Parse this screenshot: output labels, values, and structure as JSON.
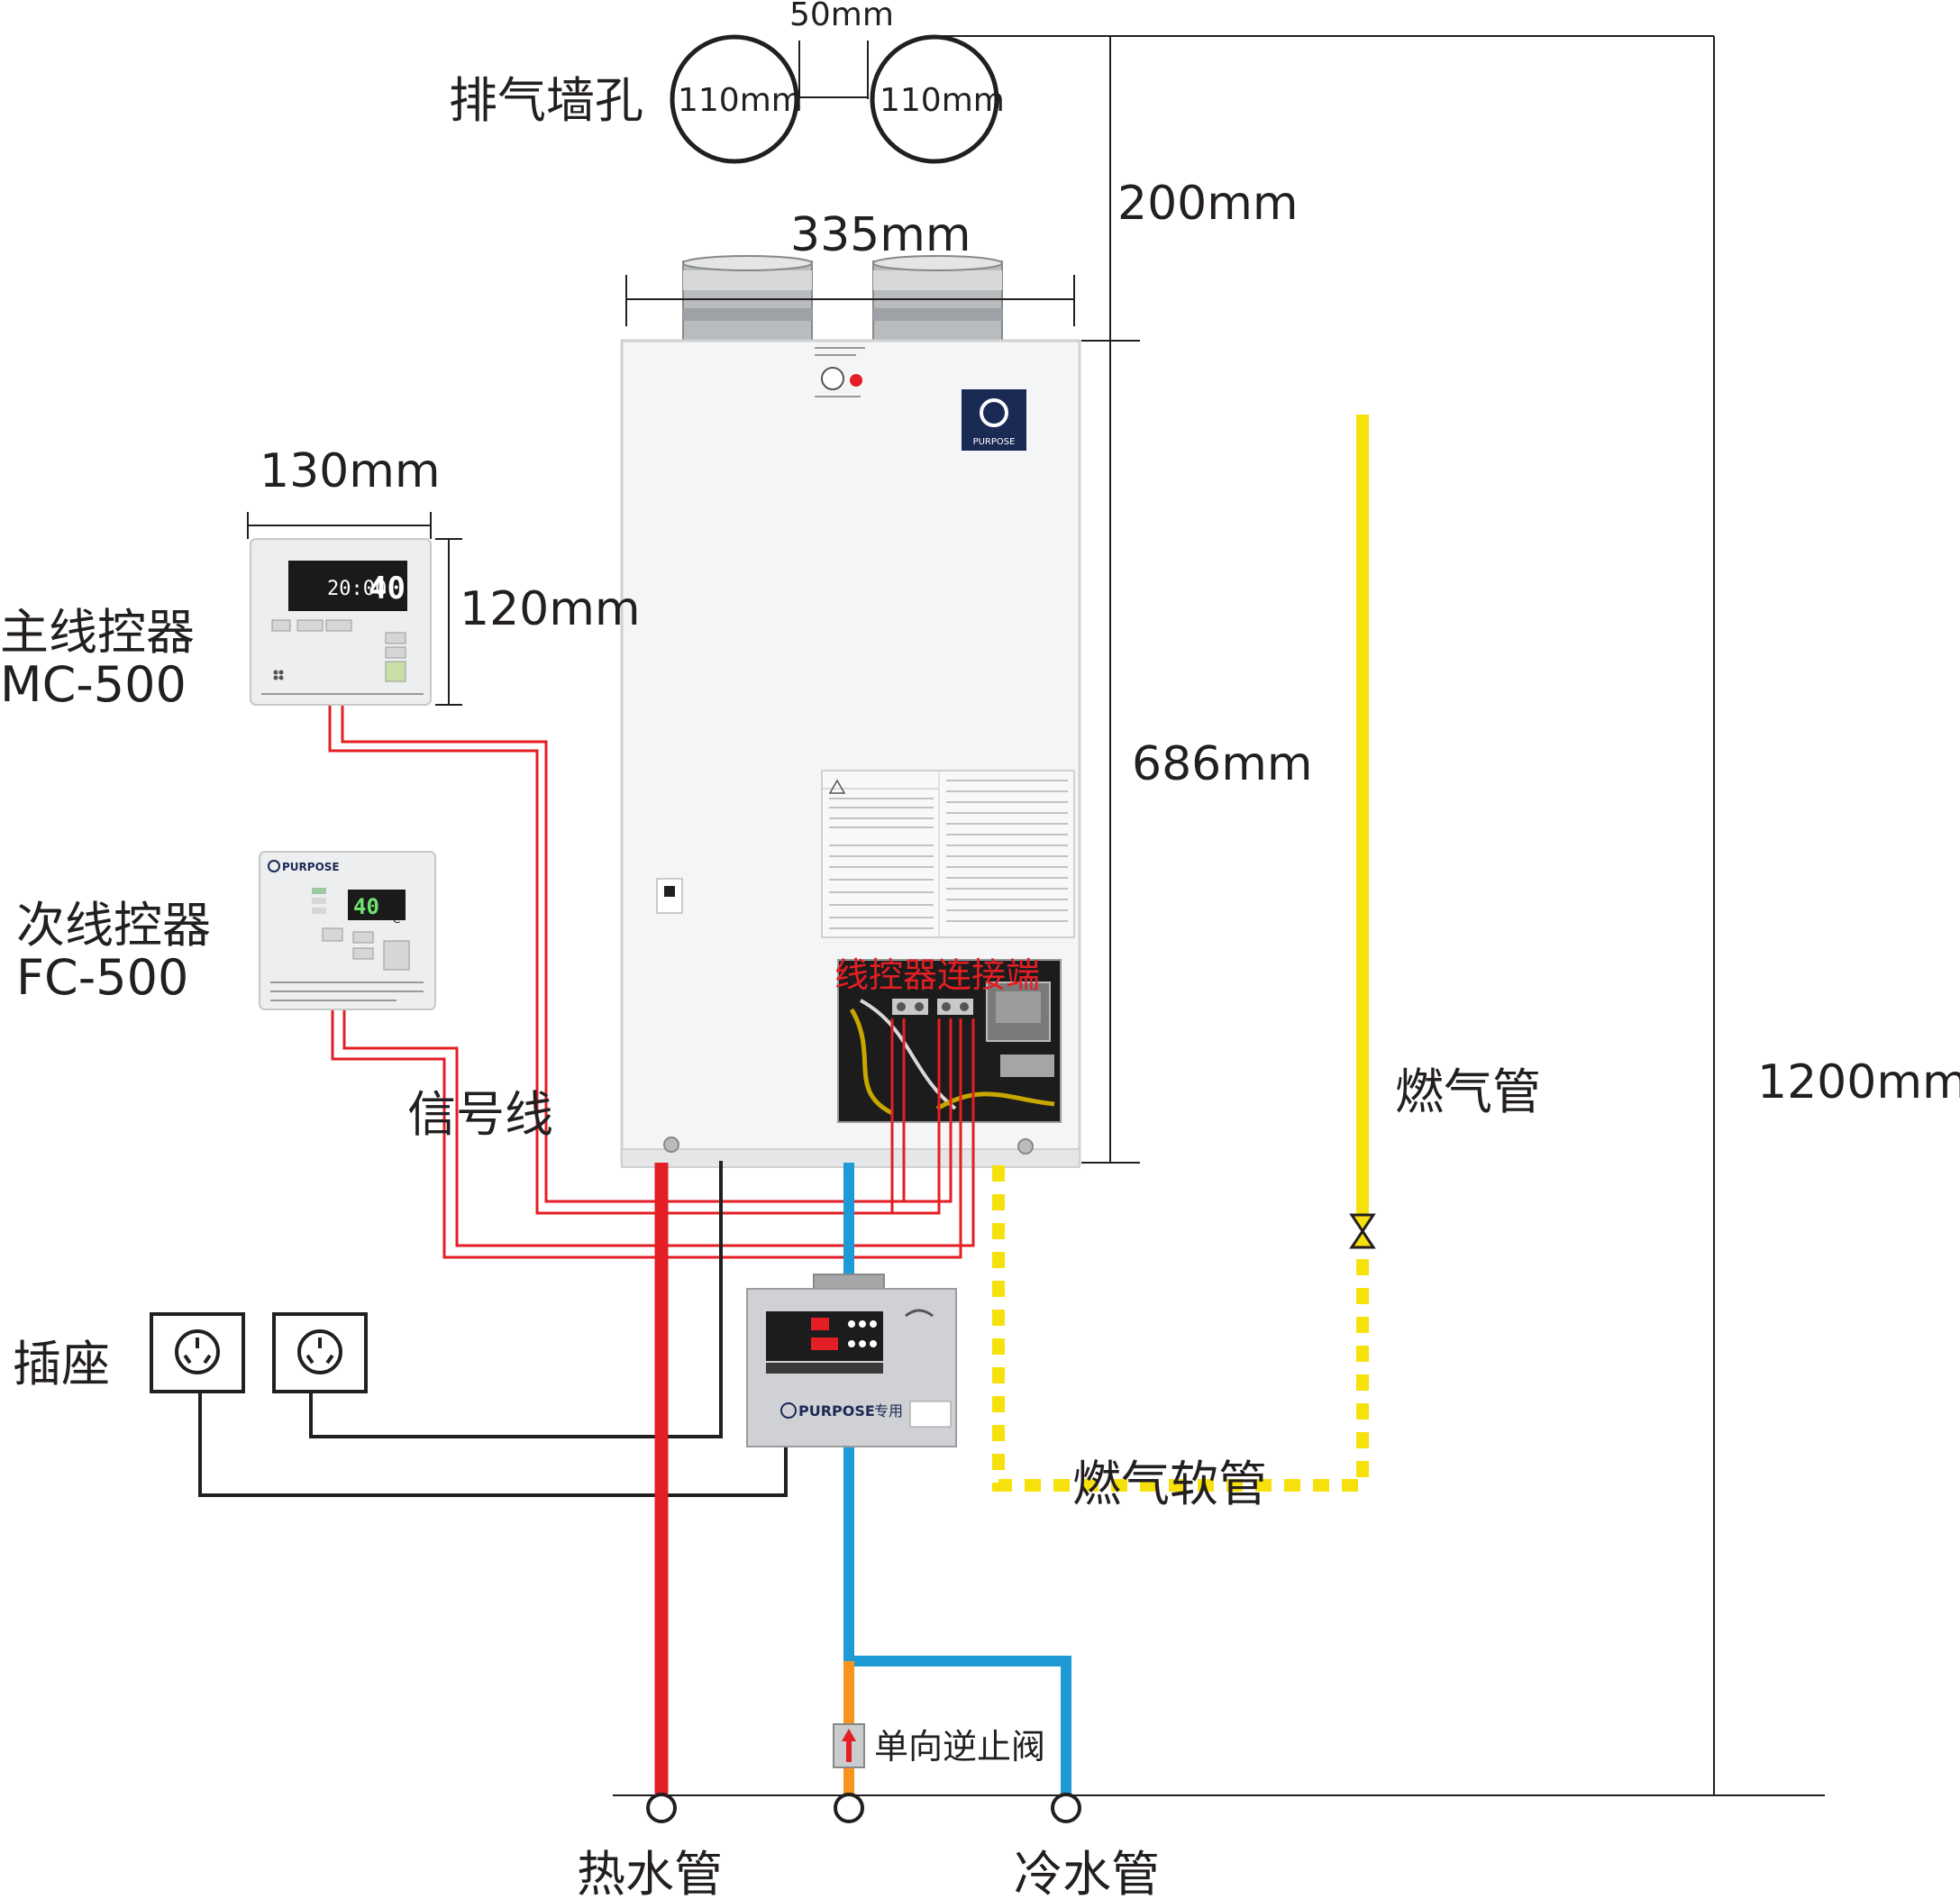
{
  "vent": {
    "label": "排气墙孔",
    "hole_left": "110mm",
    "hole_right": "110mm",
    "gap": "50mm"
  },
  "dimensions": {
    "top_clearance": "200mm",
    "heater_width": "335mm",
    "heater_height": "686mm",
    "total_height": "1200mm",
    "main_controller_width": "130mm",
    "main_controller_height": "120mm"
  },
  "main_controller": {
    "title": "主线控器",
    "model": "MC-500",
    "display_time": "20:00",
    "display_temp": "40"
  },
  "sub_controller": {
    "title": "次线控器",
    "model": "FC-500",
    "brand": "PURPOSE",
    "display_temp": "40",
    "unit": "℃"
  },
  "heater": {
    "brand": "PURPOSE",
    "terminal_label": "线控器连接端"
  },
  "wiring": {
    "signal_label": "信号线",
    "socket_label": "插座"
  },
  "pump_unit": {
    "brand": "PURPOSE",
    "suffix": "专用"
  },
  "gas": {
    "pipe_label": "燃气管",
    "hose_label": "燃气软管"
  },
  "water": {
    "hot_label": "热水管",
    "cold_label": "冷水管",
    "check_valve_label": "单向逆止阀"
  },
  "colors": {
    "hot": "#e31e24",
    "cold": "#1e9ad6",
    "gas": "#f7e10c",
    "valve_pipe": "#f7941d",
    "wire": "#231f20"
  }
}
